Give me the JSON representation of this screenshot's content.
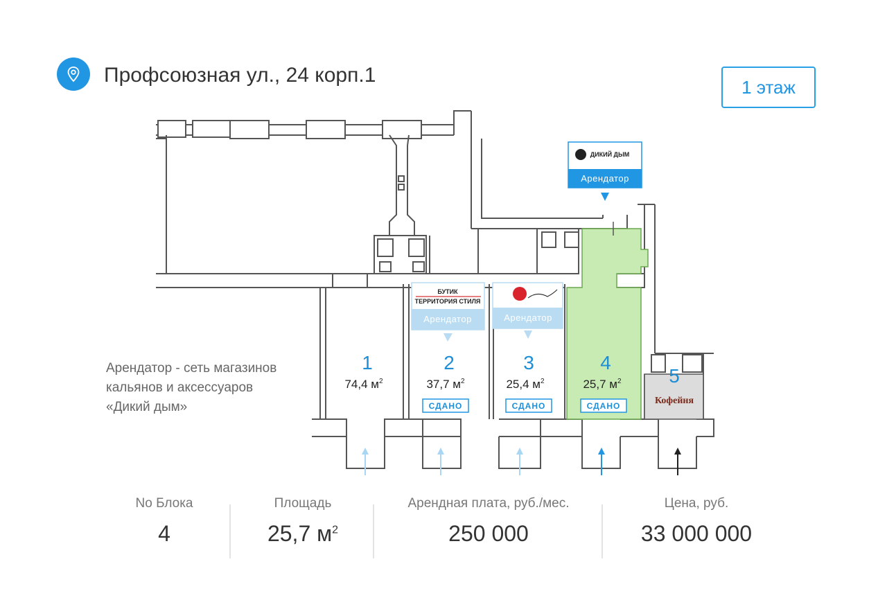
{
  "header": {
    "address": "Профсоюзная ул., 24 корп.1",
    "floor_button": "1 этаж",
    "pin_icon": "map-pin-icon"
  },
  "description": {
    "line1": "Арендатор - сеть магазинов",
    "line2": "кальянов и аксессуаров",
    "line3": "«Дикий дым»"
  },
  "colors": {
    "accent": "#2196e3",
    "highlight_unit": "#c8ebb4",
    "tag_blue": "#2196e3",
    "tag_light": "#b9dcf3",
    "wall": "#555555"
  },
  "units": [
    {
      "number": "1",
      "area": "74,4 м",
      "sup": "2",
      "status": ""
    },
    {
      "number": "2",
      "area": "37,7 м",
      "sup": "2",
      "status": "СДАНО"
    },
    {
      "number": "3",
      "area": "25,4 м",
      "sup": "2",
      "status": "СДАНО"
    },
    {
      "number": "4",
      "area": "25,7 м",
      "sup": "2",
      "status": "СДАНО"
    },
    {
      "number": "5",
      "area": "",
      "sup": "",
      "status": ""
    }
  ],
  "tenant_tags": {
    "dikiy_dym": {
      "logo": "ДИКИЙ ДЫМ",
      "label": "Арендатор"
    },
    "butik": {
      "logo_line1": "БУТИК",
      "logo_line2": "ТЕРРИТОРИЯ СТИЛЯ",
      "label": "Арендатор"
    },
    "unit3": {
      "label": "Арендатор"
    },
    "kofeinya": {
      "logo": "Кофейня"
    }
  },
  "stats": {
    "block_label": "No Блока",
    "block_value": "4",
    "area_label": "Площадь",
    "area_value": "25,7 м",
    "area_sup": "2",
    "rent_label": "Арендная плата, руб./мес.",
    "rent_value": "250 000",
    "price_label": "Цена, руб.",
    "price_value": "33 000 000"
  }
}
